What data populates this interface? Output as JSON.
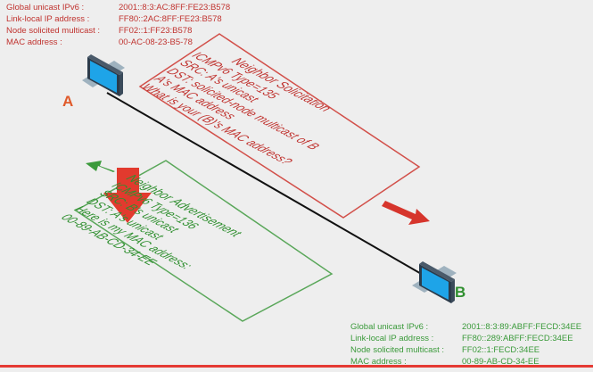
{
  "host_a": {
    "label": "A",
    "info": [
      {
        "label": "Global unicast IPv6 :",
        "value": "2001::8:3:AC:8FF:FE23:B578"
      },
      {
        "label": "Link-local IP address :",
        "value": "FF80::2AC:8FF:FE23:B578"
      },
      {
        "label": "Node solicited multicast :",
        "value": "FF02::1:FF23:B578"
      },
      {
        "label": "MAC  address :",
        "value": "00-AC-08-23-B5-78"
      }
    ]
  },
  "host_b": {
    "label": "B",
    "info": [
      {
        "label": "Global unicast IPv6 :",
        "value": "2001::8:3:89:ABFF:FECD:34EE"
      },
      {
        "label": "Link-local IP address :",
        "value": "FF80::289:ABFF:FECD:34EE"
      },
      {
        "label": "Node solicited multicast :",
        "value": "FF02::1:FECD:34EE"
      },
      {
        "label": "MAC  address :",
        "value": "00-89-AB-CD-34-EE"
      }
    ]
  },
  "neighbor_solicitation": {
    "title": "Neighbor Solicitation",
    "lines": [
      "ICMPv6 Type=135",
      "SRC: A's unicast",
      "DST: solicited-node multicast of B",
      "A's MAC address",
      "What is your (B)'s MAC address?"
    ]
  },
  "neighbor_advertisement": {
    "title": "Neighbor Advertisement",
    "lines": [
      "ICMPv6 Type=136",
      "SRC: B's unicast",
      "DST: A's unicast",
      "Here is my MAC  address:",
      "00-89-AB-CD-34-EE"
    ]
  },
  "colors": {
    "red": "#c0332f",
    "green": "#2f8f2f",
    "label_a": "#e05a2a",
    "background": "#eeeeee"
  }
}
